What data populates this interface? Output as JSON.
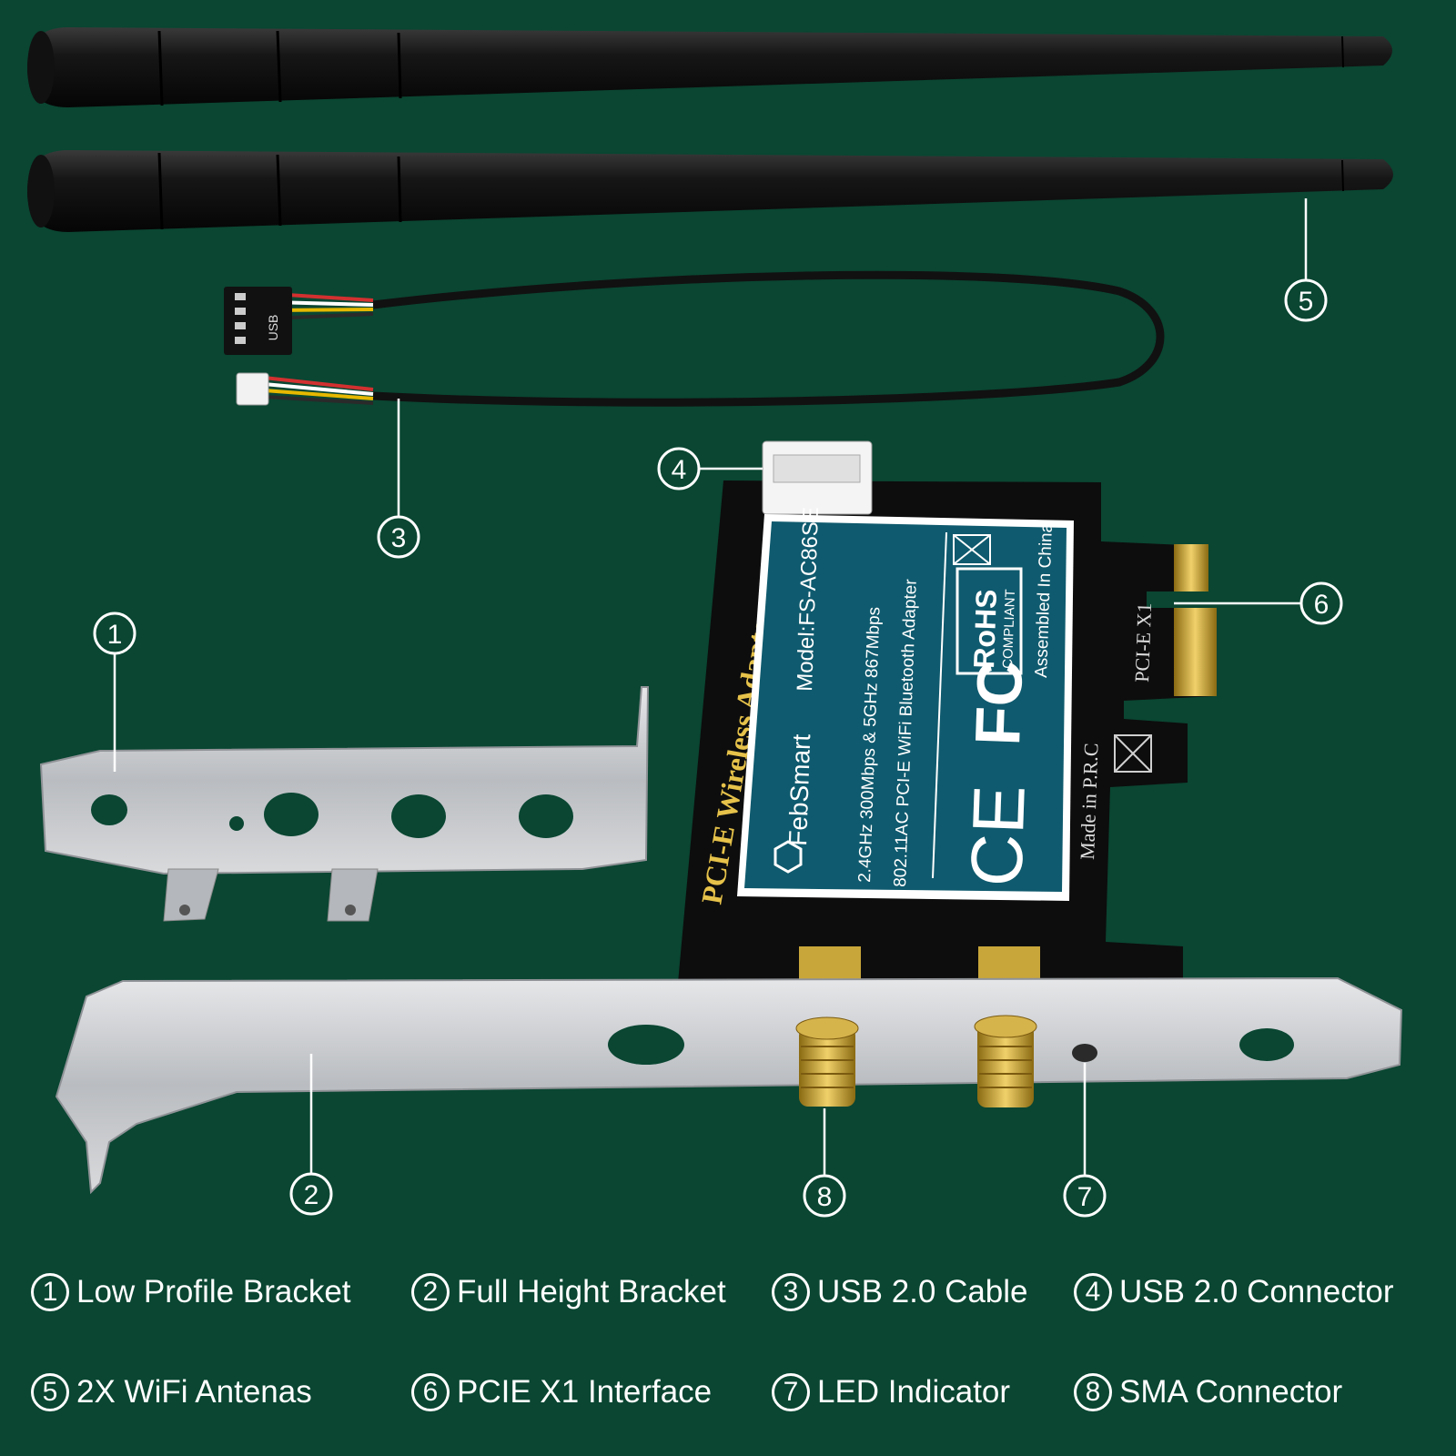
{
  "colors": {
    "background": "#0a4632",
    "label_white": "#ffffff",
    "pcb_black": "#0d0d0d",
    "card_label_blue": "#0f5a6e",
    "gold": "#c9a63a",
    "bracket_silver": "#c7c9cc"
  },
  "callouts": [
    {
      "num": "1"
    },
    {
      "num": "2"
    },
    {
      "num": "3"
    },
    {
      "num": "4"
    },
    {
      "num": "5"
    },
    {
      "num": "6"
    },
    {
      "num": "7"
    },
    {
      "num": "8"
    }
  ],
  "card_label": {
    "brand": "FebSmart",
    "model": "Model:FS-AC86SE",
    "speed": "2.4GHz 300Mbps & 5GHz 867Mbps",
    "standard": "802.11AC PCI-E WiFi Bluetooth Adapter",
    "assembled": "Assembled In China",
    "rohs": "RoHS",
    "rohs_sub": "COMPLIANT",
    "fc": "FC",
    "ce": "CE"
  },
  "pcb_text": {
    "adapter": "PCI-E Wireless Adapter",
    "made_in": "Made in P.R.C",
    "slot": "PCI-E X1"
  },
  "usb_plug_text": "USB",
  "legend": [
    {
      "num": "1",
      "label": "Low Profile Bracket"
    },
    {
      "num": "2",
      "label": "Full Height Bracket"
    },
    {
      "num": "3",
      "label": "USB 2.0 Cable"
    },
    {
      "num": "4",
      "label": "USB 2.0 Connector"
    },
    {
      "num": "5",
      "label": "2X WiFi Antenas"
    },
    {
      "num": "6",
      "label": "PCIE X1 Interface"
    },
    {
      "num": "7",
      "label": "LED Indicator"
    },
    {
      "num": "8",
      "label": "SMA Connector"
    }
  ]
}
